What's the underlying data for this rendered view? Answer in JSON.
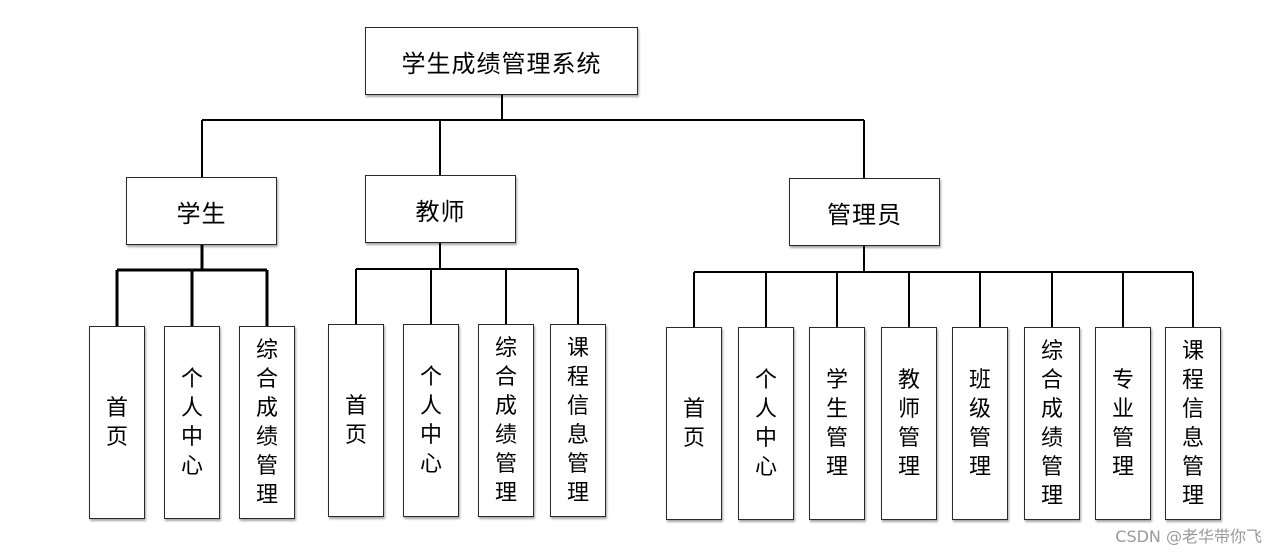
{
  "root": {
    "label": "学生成绩管理系统"
  },
  "roles": [
    {
      "label": "学生",
      "children": [
        "首页",
        "个人中心",
        "综合成绩管理"
      ]
    },
    {
      "label": "教师",
      "children": [
        "首页",
        "个人中心",
        "综合成绩管理",
        "课程信息管理"
      ]
    },
    {
      "label": "管理员",
      "children": [
        "首页",
        "个人中心",
        "学生管理",
        "教师管理",
        "班级管理",
        "综合成绩管理",
        "专业管理",
        "课程信息管理"
      ]
    }
  ],
  "watermark": "CSDN @老华带你飞"
}
